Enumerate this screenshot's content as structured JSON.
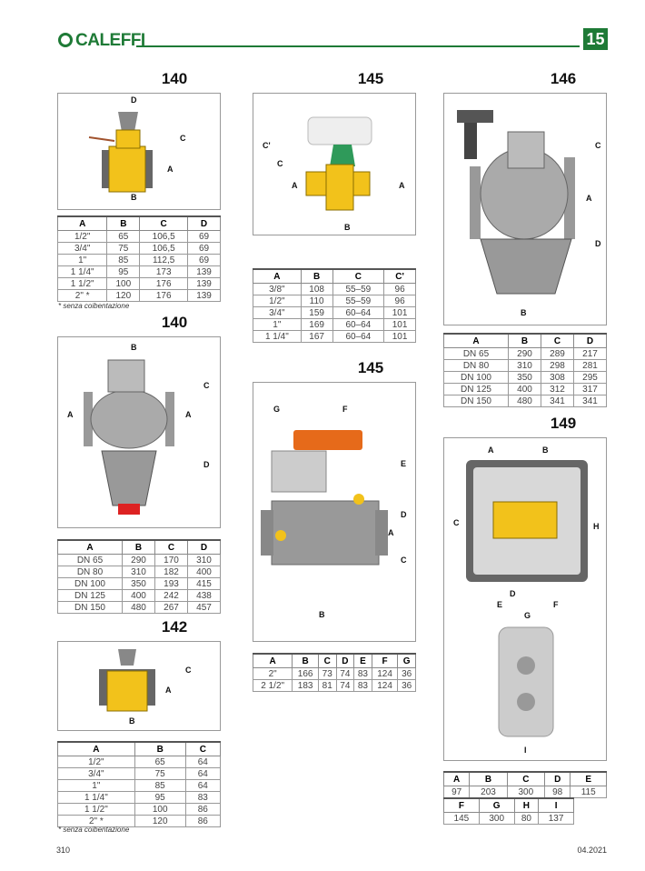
{
  "header": {
    "brand": "CALEFFI",
    "page_section": "15"
  },
  "footer": {
    "page_number": "310",
    "date": "04.2021"
  },
  "colors": {
    "brand_green": "#1e7a36",
    "valve_yellow": "#f2c21b",
    "valve_grey": "#9a9a9a"
  },
  "sections": [
    {
      "title": "140",
      "labels": [
        "D",
        "C",
        "A",
        "B"
      ],
      "table": {
        "headers": [
          "A",
          "B",
          "C",
          "D"
        ],
        "rows": [
          [
            "1/2\"",
            "65",
            "106,5",
            "69"
          ],
          [
            "3/4\"",
            "75",
            "106,5",
            "69"
          ],
          [
            "1\"",
            "85",
            "112,5",
            "69"
          ],
          [
            "1 1/4\"",
            "95",
            "173",
            "139"
          ],
          [
            "1 1/2\"",
            "100",
            "176",
            "139"
          ],
          [
            "2\" *",
            "120",
            "176",
            "139"
          ]
        ]
      },
      "note": "* senza coibentazione"
    },
    {
      "title": "140",
      "labels": [
        "B",
        "C",
        "A",
        "A",
        "D"
      ],
      "table": {
        "headers": [
          "A",
          "B",
          "C",
          "D"
        ],
        "rows": [
          [
            "DN 65",
            "290",
            "170",
            "310"
          ],
          [
            "DN 80",
            "310",
            "182",
            "400"
          ],
          [
            "DN 100",
            "350",
            "193",
            "415"
          ],
          [
            "DN 125",
            "400",
            "242",
            "438"
          ],
          [
            "DN 150",
            "480",
            "267",
            "457"
          ]
        ]
      }
    },
    {
      "title": "142",
      "labels": [
        "C",
        "A",
        "B"
      ],
      "table": {
        "headers": [
          "A",
          "B",
          "C"
        ],
        "rows": [
          [
            "1/2\"",
            "65",
            "64"
          ],
          [
            "3/4\"",
            "75",
            "64"
          ],
          [
            "1\"",
            "85",
            "64"
          ],
          [
            "1 1/4\"",
            "95",
            "83"
          ],
          [
            "1 1/2\"",
            "100",
            "86"
          ],
          [
            "2\" *",
            "120",
            "86"
          ]
        ]
      },
      "note": "* senza coibentazione"
    },
    {
      "title": "145",
      "labels": [
        "C'",
        "C",
        "A",
        "A",
        "B"
      ],
      "table": {
        "headers": [
          "A",
          "B",
          "C",
          "C'"
        ],
        "rows": [
          [
            "3/8\"",
            "108",
            "55–59",
            "96"
          ],
          [
            "1/2\"",
            "110",
            "55–59",
            "96"
          ],
          [
            "3/4\"",
            "159",
            "60–64",
            "101"
          ],
          [
            "1\"",
            "169",
            "60–64",
            "101"
          ],
          [
            "1 1/4\"",
            "167",
            "60–64",
            "101"
          ]
        ]
      }
    },
    {
      "title": "145",
      "labels": [
        "G",
        "F",
        "E",
        "D",
        "A",
        "C",
        "B"
      ],
      "table": {
        "headers": [
          "A",
          "B",
          "C",
          "D",
          "E",
          "F",
          "G"
        ],
        "rows": [
          [
            "2\"",
            "166",
            "73",
            "74",
            "83",
            "124",
            "36"
          ],
          [
            "2 1/2\"",
            "183",
            "81",
            "74",
            "83",
            "124",
            "36"
          ]
        ]
      }
    },
    {
      "title": "146",
      "labels": [
        "C",
        "A",
        "D",
        "B"
      ],
      "table": {
        "headers": [
          "A",
          "B",
          "C",
          "D"
        ],
        "rows": [
          [
            "DN 65",
            "290",
            "289",
            "217"
          ],
          [
            "DN 80",
            "310",
            "298",
            "281"
          ],
          [
            "DN 100",
            "350",
            "308",
            "295"
          ],
          [
            "DN 125",
            "400",
            "312",
            "317"
          ],
          [
            "DN 150",
            "480",
            "341",
            "341"
          ]
        ]
      }
    },
    {
      "title": "149",
      "labels": [
        "A",
        "B",
        "C",
        "H",
        "D",
        "E",
        "F",
        "G",
        "I"
      ],
      "table": {
        "headers": [
          "A",
          "B",
          "C",
          "D",
          "E"
        ],
        "rows": [
          [
            "97",
            "203",
            "300",
            "98",
            "115"
          ]
        ]
      },
      "table2": {
        "headers": [
          "F",
          "G",
          "H",
          "I"
        ],
        "rows": [
          [
            "145",
            "300",
            "80",
            "137"
          ]
        ]
      }
    }
  ]
}
